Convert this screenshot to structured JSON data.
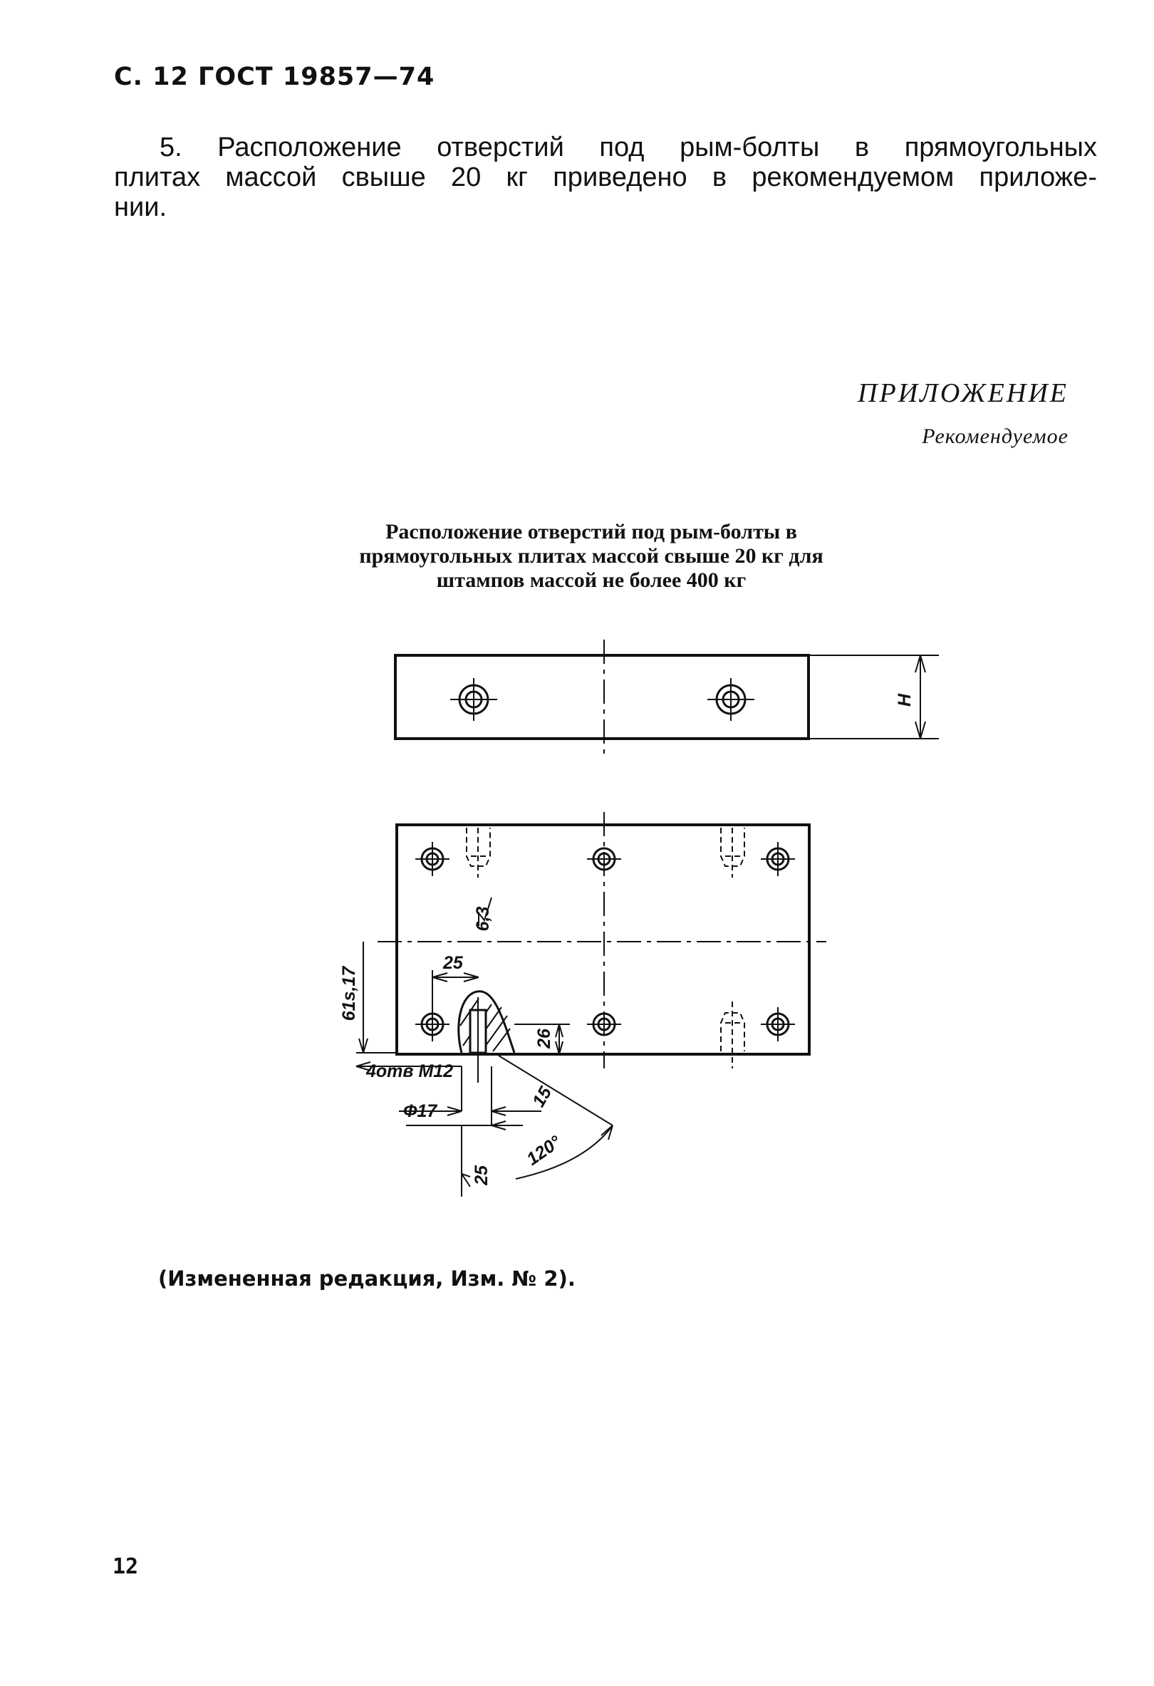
{
  "header": {
    "text": "С. 12 ГОСТ 19857—74"
  },
  "paragraph": {
    "line1": "5. Расположение отверстий под рым-болты в прямоугольных",
    "line2": "плитах массой свыше 20 кг приведено в рекомендуемом приложе-",
    "line3": "нии."
  },
  "appendix": {
    "title": "ПРИЛОЖЕНИЕ",
    "subtitle": "Рекомендуемое"
  },
  "caption": {
    "line1": "Расположение отверстий под рым-болты в",
    "line2": "прямоугольных плитах массой свыше 20 кг для",
    "line3": "штампов массой не более 400 кг"
  },
  "drawing": {
    "dim_h": "H",
    "dim_roughness": "6,3",
    "dim_25_top": "25",
    "dim_side": "61s,17",
    "dim_26": "26",
    "dim_holes": "4отв M12",
    "dim_phi17": "Ф17",
    "dim_15": "15",
    "dim_angle": "120°",
    "dim_25_bottom": "25"
  },
  "note": {
    "text": "(Измененная редакция, Изм. № 2)."
  },
  "page_number": {
    "text": "12"
  }
}
